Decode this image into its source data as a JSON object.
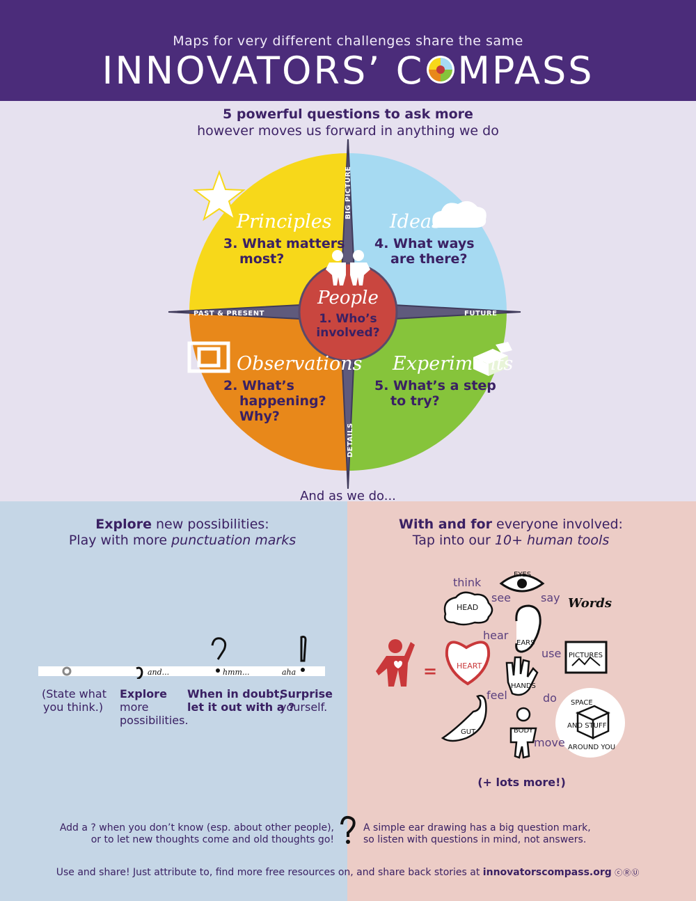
{
  "header": {
    "subtitle": "Maps for very different challenges share the same",
    "title_part1": "INNOVATORS’ C",
    "title_part2": "MPASS"
  },
  "intro": {
    "line1": "5 powerful questions to ask more",
    "line2": "however moves us forward in anything we do"
  },
  "compass": {
    "axes": {
      "top": "BIG PICTURE",
      "bottom": "DETAILS",
      "left": "PAST & PRESENT",
      "right": "FUTURE"
    },
    "center": {
      "title": "People",
      "question": "1. Who’s involved?"
    },
    "quadrants": [
      {
        "id": "principles",
        "title": "Principles",
        "q1": "3. What matters",
        "q2": "most?",
        "color": "#f7d81a"
      },
      {
        "id": "ideas",
        "title": "Ideas",
        "q1": "4. What ways",
        "q2": "are there?",
        "color": "#a6daf2"
      },
      {
        "id": "observations",
        "title": "Observations",
        "q1": "2. What’s",
        "q2": "happening?",
        "q3": "Why?",
        "color": "#e8881a"
      },
      {
        "id": "experiments",
        "title": "Experiments",
        "q1": "5. What’s a step",
        "q2": "to try?",
        "color": "#86c43b"
      }
    ],
    "footer": "And as we do..."
  },
  "explore": {
    "heading_bold": "Explore",
    "heading_rest": " new possibilities:",
    "sub_plain": "Play with more ",
    "sub_italic": "punctuation marks",
    "marks": [
      "and...",
      "hmm...",
      "aha"
    ],
    "captions": [
      {
        "l1": "(State what",
        "l2": "you think.)"
      },
      {
        "l1": "Explore",
        "l2": "more",
        "l3": "possibilities."
      },
      {
        "l1": "When in doubt,",
        "l2": "let it out with a ?"
      },
      {
        "l1": "Surprise",
        "l2": "yourself."
      }
    ]
  },
  "tools": {
    "heading_bold": "With and for",
    "heading_rest": " everyone involved:",
    "sub_plain": "Tap into our ",
    "sub_italic": "10+ human tools",
    "words": [
      "think",
      "see",
      "say",
      "hear",
      "use",
      "feel",
      "do",
      "move"
    ],
    "labels": [
      "HEAD",
      "EYES",
      "Words",
      "EARS",
      "PICTURES",
      "HEART",
      "HANDS",
      "GUT",
      "BODY",
      "SPACE",
      "AND STUFF",
      "AROUND YOU"
    ],
    "more": "(+ lots more!)"
  },
  "notes": {
    "left1": "Add a ? when you don’t know (esp. about other people),",
    "left2": "or to let new thoughts come and old thoughts go!",
    "right1": "A simple ear drawing has a big question mark,",
    "right2": "so listen with questions in mind, not answers."
  },
  "footer": {
    "text": "Use and share! Just attribute to, find more free resources on, and share back stories at ",
    "link": "innovatorscompass.org"
  }
}
